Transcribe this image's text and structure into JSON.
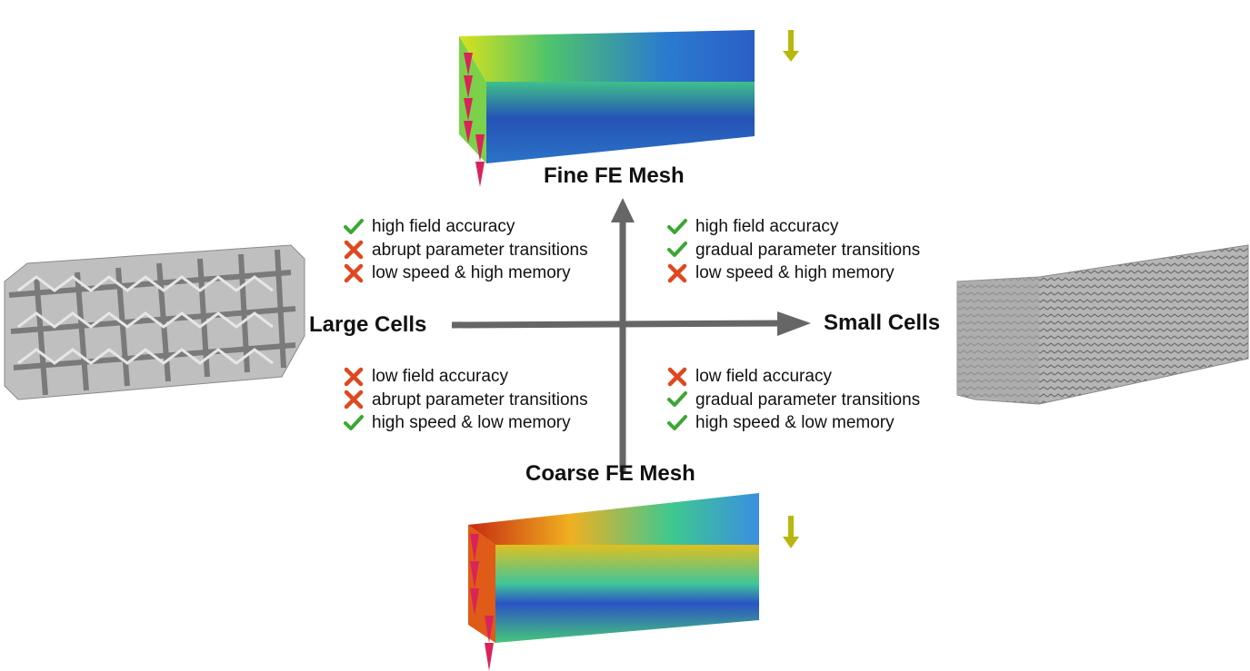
{
  "axes": {
    "top": "Fine FE Mesh",
    "bottom": "Coarse FE Mesh",
    "left": "Large Cells",
    "right": "Small Cells"
  },
  "quadrants": {
    "top_left": [
      {
        "status": "check",
        "text": "high field accuracy"
      },
      {
        "status": "cross",
        "text": "abrupt parameter transitions"
      },
      {
        "status": "cross",
        "text": "low speed & high memory"
      }
    ],
    "top_right": [
      {
        "status": "check",
        "text": "high field accuracy"
      },
      {
        "status": "check",
        "text": "gradual parameter transitions"
      },
      {
        "status": "cross",
        "text": "low speed & high memory"
      }
    ],
    "bottom_left": [
      {
        "status": "cross",
        "text": "low field accuracy"
      },
      {
        "status": "cross",
        "text": "abrupt parameter transitions"
      },
      {
        "status": "check",
        "text": "high speed & low memory"
      }
    ],
    "bottom_right": [
      {
        "status": "cross",
        "text": "low field accuracy"
      },
      {
        "status": "check",
        "text": "gradual parameter transitions"
      },
      {
        "status": "check",
        "text": "high speed & low memory"
      }
    ]
  },
  "colors": {
    "check": "#3aa832",
    "cross": "#e0471f",
    "arrow": "#666666"
  }
}
